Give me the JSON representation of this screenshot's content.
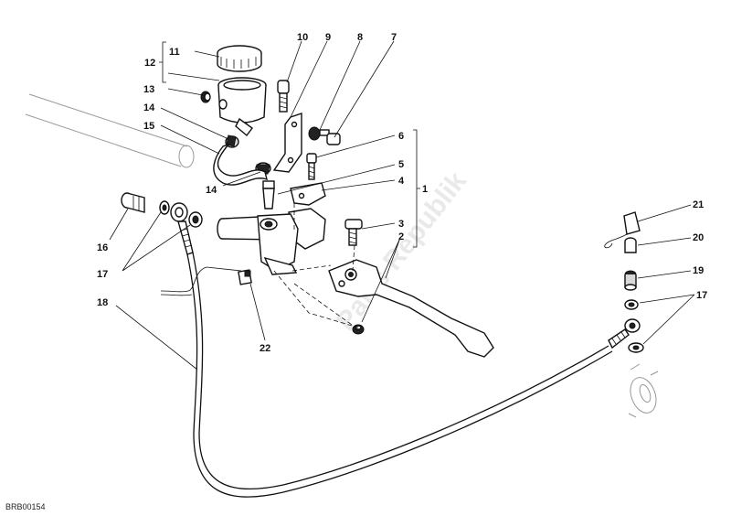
{
  "diagram": {
    "code": "BRB00154",
    "watermark": "Parts Republik",
    "bracket_labels": {
      "group_1": "1",
      "group_12": "12"
    },
    "callouts": {
      "c10": "10",
      "c9": "9",
      "c8": "8",
      "c7": "7",
      "c11": "11",
      "c12": "12",
      "c13": "13",
      "c14a": "14",
      "c15": "15",
      "c6": "6",
      "c5": "5",
      "c4": "4",
      "c1": "1",
      "c3": "3",
      "c2": "2",
      "c14b": "14",
      "c16": "16",
      "c17a": "17",
      "c18": "18",
      "c22": "22",
      "c21": "21",
      "c20": "20",
      "c19": "19",
      "c17b": "17"
    }
  }
}
